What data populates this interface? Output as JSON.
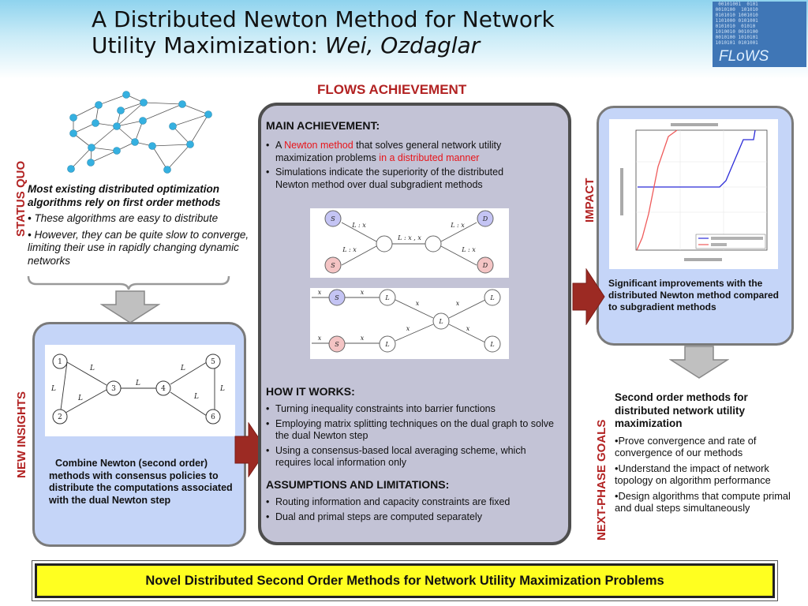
{
  "header": {
    "title_line1": "A Distributed Newton Method for Network",
    "title_line2": "Utility Maximization: ",
    "authors": "Wei, Ozdaglar",
    "logo_text": "FLoWS",
    "colors": {
      "band": "#8fd3ee",
      "logo_bg": "#3f76b6"
    }
  },
  "section_title": "FLOWS ACHIEVEMENT",
  "labels": {
    "status_quo": "STATUS QUO",
    "new_insights": "NEW INSIGHTS",
    "impact": "IMPACT",
    "next_phase": "NEXT-PHASE GOALS",
    "accent_color": "#b22222"
  },
  "status_quo": {
    "lead": "Most existing distributed optimization algorithms rely on first order methods",
    "bullets": [
      "• These algorithms are easy to distribute",
      "• However, they can be quite slow to converge, limiting their use in rapidly changing dynamic networks"
    ]
  },
  "new_insights": {
    "text": "Combine Newton (second order) methods with consensus policies to distribute the computations associated with the dual Newton step"
  },
  "main": {
    "achievement_heading": "MAIN ACHIEVEMENT:",
    "achievement_b1_pre": "A ",
    "achievement_b1_red1": "Newton method",
    "achievement_b1_mid": " that solves general network utility maximization problems ",
    "achievement_b1_red2": "in a distributed manner",
    "achievement_b2": "Simulations indicate the superiority of the distributed Newton method over dual subgradient methods",
    "how_heading": "HOW IT WORKS:",
    "how_bullets": [
      "Turning inequality constraints into barrier functions",
      "Employing matrix splitting techniques on the dual graph to solve the dual Newton step",
      "Using a consensus-based local averaging scheme, which requires local information only"
    ],
    "assume_heading": "ASSUMPTIONS AND LIMITATIONS:",
    "assume_bullets": [
      "Routing information and capacity constraints are fixed",
      "Dual and primal steps are computed separately"
    ]
  },
  "impact": {
    "text": "Significant improvements with the distributed Newton method compared to subgradient methods"
  },
  "next_phase": {
    "lead": "Second order methods for distributed network utility maximization",
    "bullets": [
      "•Prove convergence and rate of convergence of our methods",
      "•Understand the impact of network topology on algorithm performance",
      "•Design algorithms that compute primal and dual steps simultaneously"
    ]
  },
  "footer": "Novel Distributed Second Order Methods for Network Utility Maximization Problems"
}
